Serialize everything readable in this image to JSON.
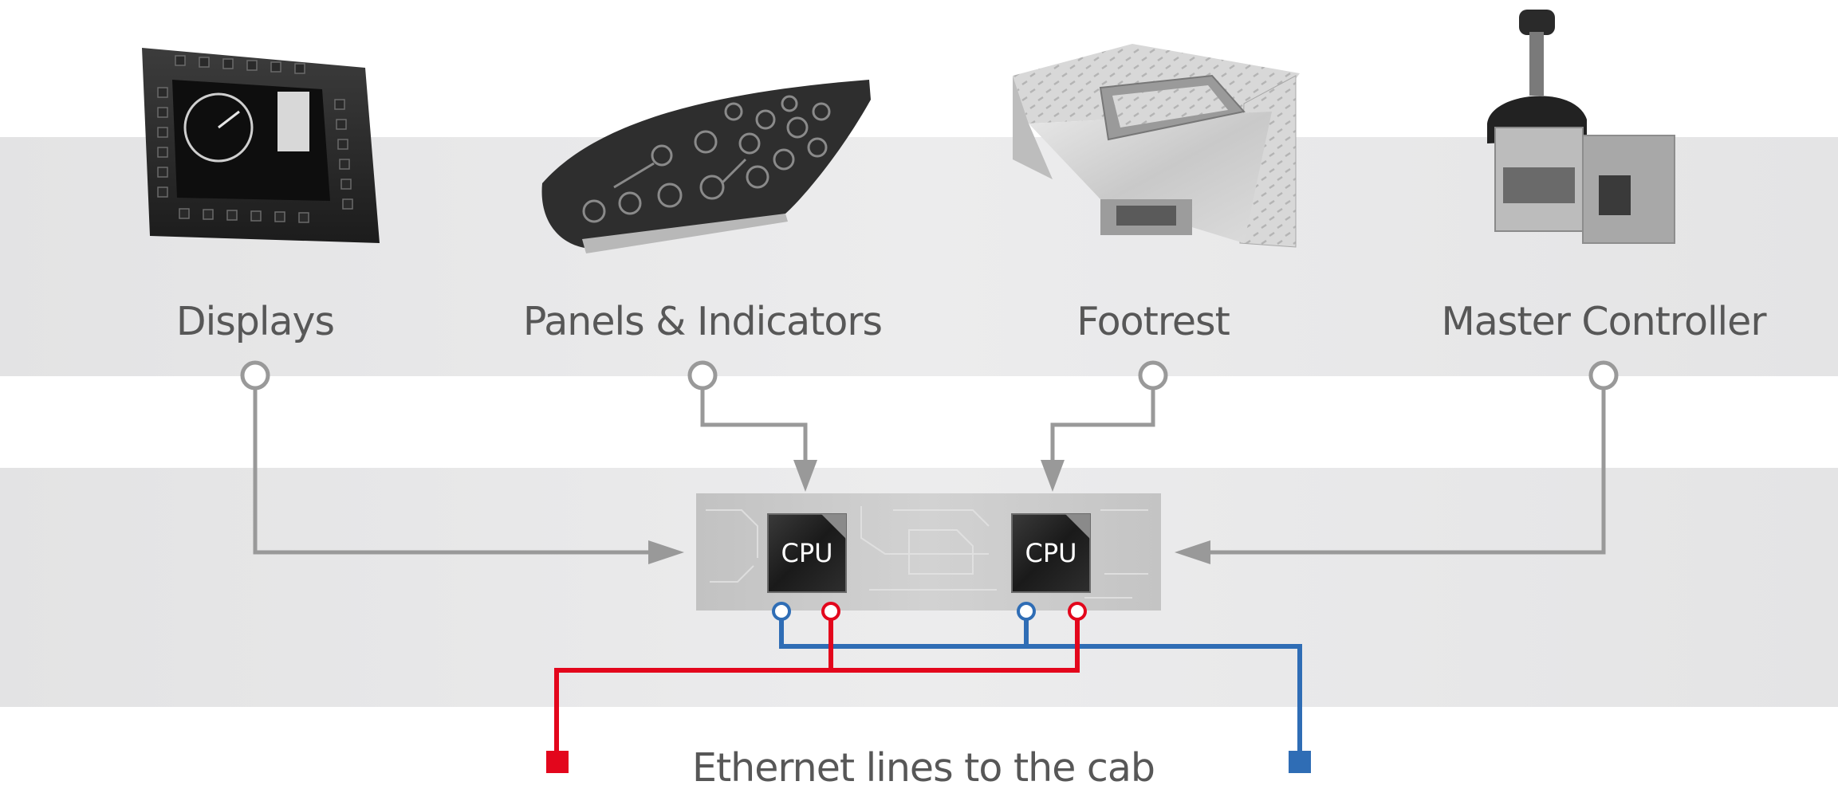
{
  "components": [
    {
      "label": "Displays",
      "icon": "display-terminal-icon"
    },
    {
      "label": "Panels & Indicators",
      "icon": "control-panel-icon"
    },
    {
      "label": "Footrest",
      "icon": "footrest-icon"
    },
    {
      "label": "Master Controller",
      "icon": "master-controller-lever-icon"
    }
  ],
  "board": {
    "cpu_left": "CPU",
    "cpu_right": "CPU",
    "icon": "circuit-board-icon"
  },
  "ethernet": {
    "label": "Ethernet lines to the cab"
  },
  "colors": {
    "band": "#e8e8e9",
    "arrow": "#999999",
    "line_red": "#e3061c",
    "line_blue": "#2f6db5",
    "label": "#575757"
  }
}
